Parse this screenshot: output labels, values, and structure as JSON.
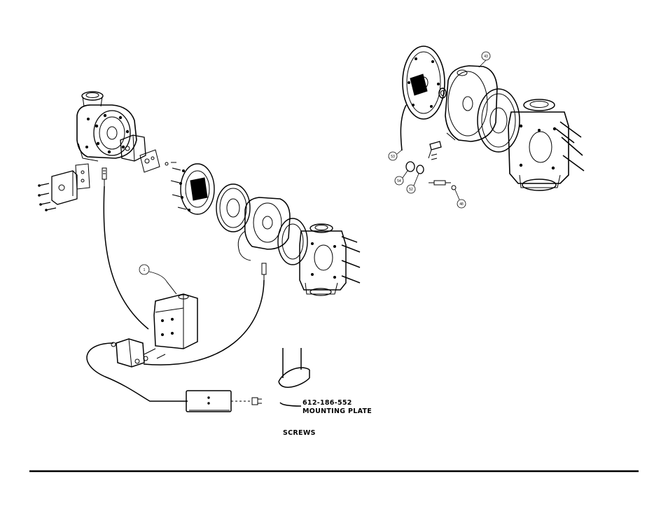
{
  "callouts": {
    "c1": "1",
    "c43": "43",
    "c53": "53",
    "c54": "54",
    "c52": "52",
    "c48": "48"
  },
  "annotations": {
    "part_number": "612-186-552",
    "mounting_plate": "MOUNTING  PLATE",
    "screws": "SCREWS"
  }
}
